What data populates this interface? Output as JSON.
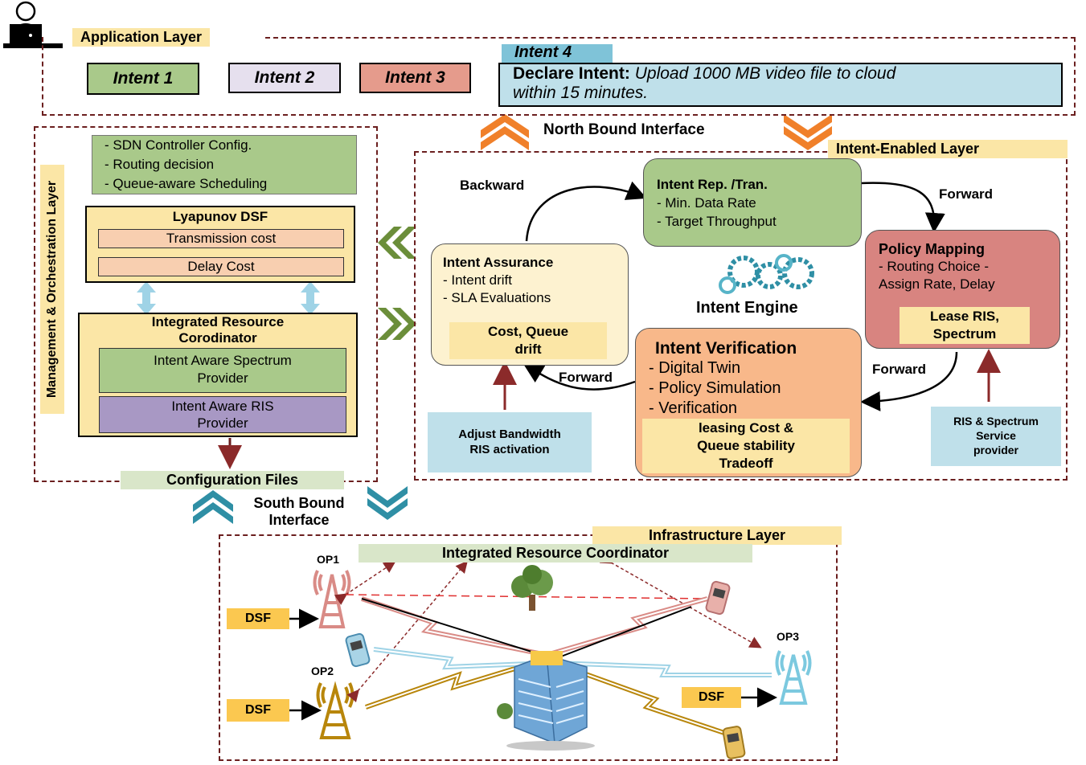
{
  "application_layer": {
    "label": "Application Layer",
    "intents": [
      "Intent 1",
      "Intent 2",
      "Intent 3"
    ],
    "intent4": {
      "label": "Intent 4",
      "declare_prefix": "Declare Intent:",
      "declare_text_1": "Upload 1000 MB video file to cloud",
      "declare_text_2": "within 15 minutes."
    }
  },
  "north_bound_label": "North Bound Interface",
  "south_bound_label": [
    "South Bound",
    "Interface"
  ],
  "mgmt_layer": {
    "label": "Management & Orchestration Layer",
    "config_box": [
      "- SDN Controller Config.",
      "- Routing decision",
      "- Queue-aware Scheduling"
    ],
    "lyapunov": {
      "title": "Lyapunov DSF",
      "items": [
        "Transmission cost",
        "Delay Cost"
      ]
    },
    "irc": {
      "title": [
        "Integrated Resource",
        "Corodinator"
      ],
      "spectrum": [
        "Intent Aware Spectrum",
        "Provider"
      ],
      "ris": [
        "Intent Aware RIS",
        "Provider"
      ]
    },
    "config_files": "Configuration Files"
  },
  "intent_layer": {
    "label": "Intent-Enabled Layer",
    "rep_tran": {
      "title": "Intent  Rep. /Tran.",
      "items": [
        "- Min. Data Rate",
        "- Target Throughput"
      ]
    },
    "policy": {
      "title": "Policy Mapping",
      "items": [
        "- Routing Choice  -",
        "Assign Rate, Delay"
      ],
      "lease": [
        "Lease RIS,",
        "Spectrum"
      ]
    },
    "assurance": {
      "title": "Intent Assurance",
      "items": [
        "- Intent drift",
        "- SLA Evaluations"
      ],
      "cost": [
        "Cost, Queue",
        "drift"
      ]
    },
    "verification": {
      "title": "Intent Verification",
      "items": [
        "- Digital Twin",
        "- Policy Simulation",
        "- Verification"
      ],
      "tradeoff": [
        "leasing Cost &",
        "Queue stability",
        "Tradeoff"
      ]
    },
    "engine": "Intent Engine",
    "backward": "Backward",
    "forward": "Forward",
    "adjust": [
      "Adjust Bandwidth",
      "RIS activation"
    ],
    "ris_provider": [
      "RIS & Spectrum",
      "Service",
      "provider"
    ]
  },
  "infra_layer": {
    "label": "Infrastructure Layer",
    "irc": "Integrated Resource Coordinator",
    "ops": [
      "OP1",
      "OP2",
      "OP3"
    ],
    "dsf": "DSF"
  },
  "colors": {
    "border": "#6b1f1f",
    "tag_yellow": "#fbe6a6",
    "green": "#a9c98a",
    "lavender": "#e6e0ee",
    "salmon": "#e59b8c",
    "light_blue": "#bfe0ea",
    "orange": "#f0802a",
    "teal": "#2f8fa5",
    "olive": "#6b8e3a"
  }
}
